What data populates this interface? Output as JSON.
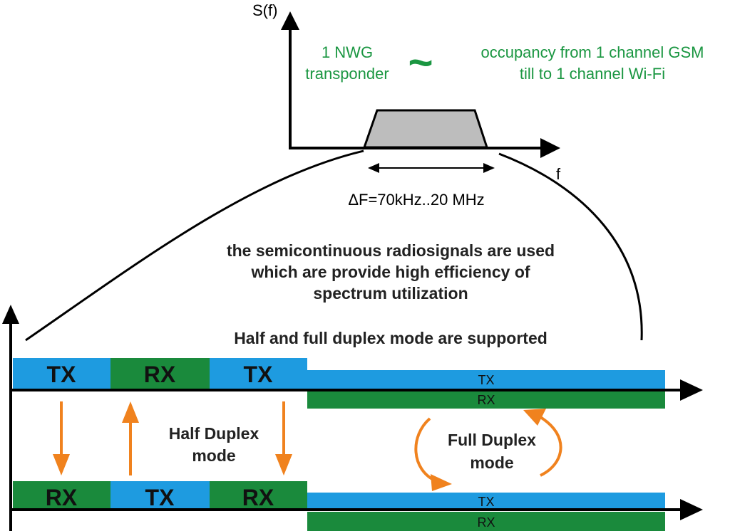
{
  "spectrum": {
    "y_axis_label": "S(f)",
    "x_axis_label": "f",
    "left_label_line1": "1 NWG",
    "left_label_line2": "transponder",
    "tilde": "~",
    "right_label_line1": "occupancy from 1 channel GSM",
    "right_label_line2": "till to  1 channel Wi-Fi",
    "bandwidth_label": "ΔF=70kHz..20 MHz"
  },
  "notes": {
    "line1": "the semicontinuous radiosignals are used",
    "line2": "which are provide high efficiency of",
    "line3": "spectrum utilization",
    "duplex_support": "Half and full duplex mode are supported"
  },
  "half_duplex": {
    "label_line1": "Half Duplex",
    "label_line2": "mode",
    "top_blocks": [
      "TX",
      "RX",
      "TX"
    ],
    "bottom_blocks": [
      "RX",
      "TX",
      "RX"
    ]
  },
  "full_duplex": {
    "label_line1": "Full Duplex",
    "label_line2": "mode",
    "top_tx": "TX",
    "top_rx": "RX",
    "bottom_tx": "TX",
    "bottom_rx": "RX"
  },
  "colors": {
    "tx": "#1e9be0",
    "rx": "#1a8a3c",
    "green_text": "#1a9641",
    "arrow_orange": "#f0821e",
    "band_fill": "#bdbdbd",
    "axis": "#000000"
  }
}
